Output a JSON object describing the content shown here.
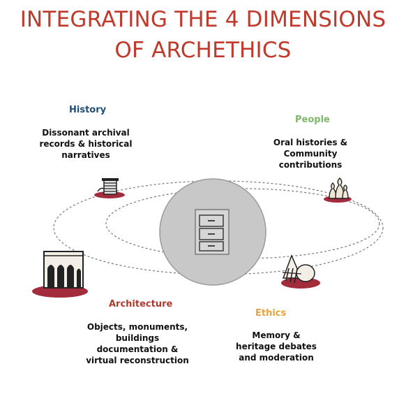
{
  "title": {
    "line1": "INTEGRATING THE 4 DIMENSIONS",
    "line2": "OF ARCHETHICS"
  },
  "colors": {
    "title": "#c0392b",
    "history": "#1f4e79",
    "people": "#7fb86a",
    "architecture": "#b03a2e",
    "ethics": "#e8a33d",
    "icon_base": "#a32c3c",
    "center_circle": "#c8c8c8"
  },
  "dimensions": {
    "history": {
      "name": "History",
      "icon": "spool-icon",
      "desc": [
        "Dissonant archival",
        "records & historical",
        "narratives"
      ]
    },
    "people": {
      "name": "People",
      "icon": "people-figures-icon",
      "desc": [
        "Oral histories &",
        "Community",
        "contributions"
      ]
    },
    "architecture": {
      "name": "Architecture",
      "icon": "arches-icon",
      "desc": [
        "Objects, monuments,",
        "buildings",
        "documentation &",
        "virtual reconstruction"
      ]
    },
    "ethics": {
      "name": "Ethics",
      "icon": "shapes-icon",
      "desc": [
        "Memory &",
        "heritage debates",
        "and moderation"
      ]
    }
  },
  "center_icon": "filing-cabinet-icon"
}
